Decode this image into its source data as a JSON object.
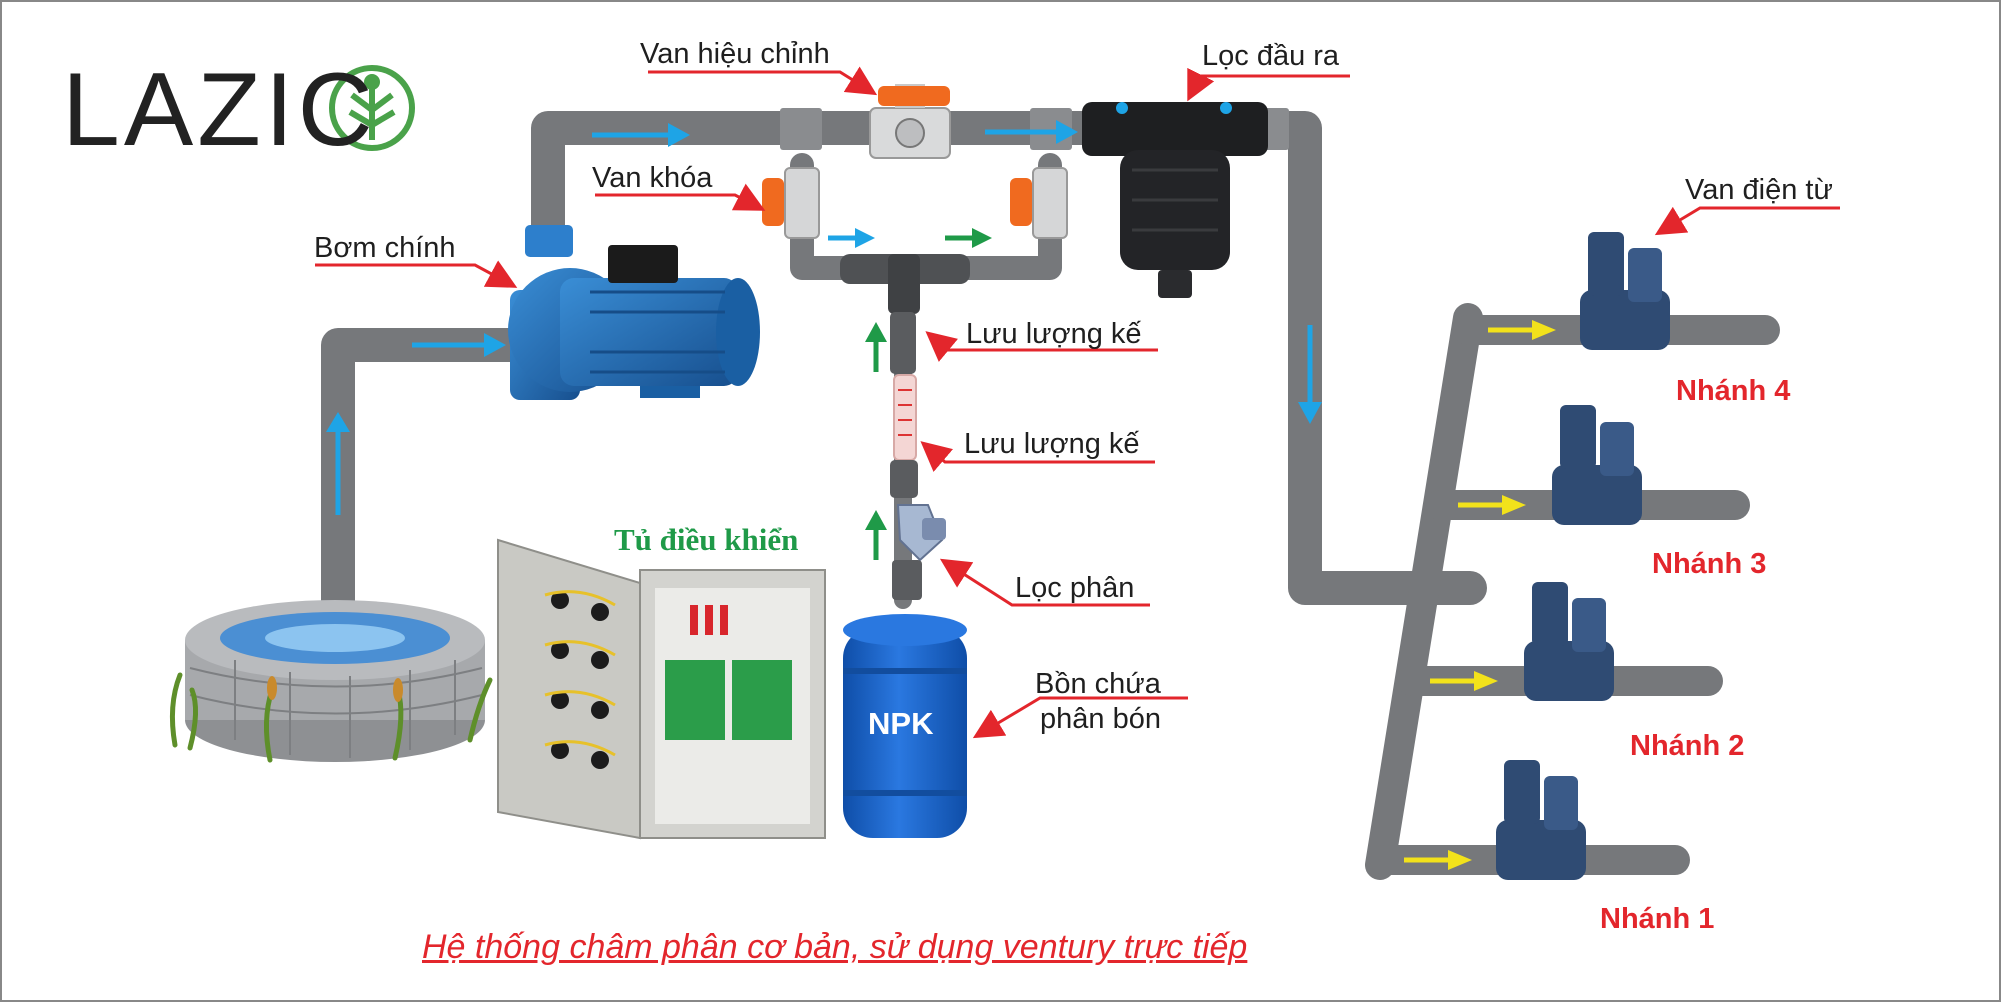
{
  "brand": {
    "logo_text": "LAZIC",
    "logo_suffix": "O"
  },
  "labels": {
    "adjust_valve": "Van hiệu chỉnh",
    "outlet_filter": "Lọc đầu ra",
    "lock_valve": "Van khóa",
    "main_pump": "Bơm chính",
    "flow_meter_1": "Lưu lượng kế",
    "flow_meter_2": "Lưu lượng kế",
    "solenoid_valve": "Van điện từ",
    "fertilizer_filter": "Lọc phân",
    "tank_line1": "Bồn chứa",
    "tank_line2": "phân bón",
    "control_cabinet": "Tủ điều khiển",
    "tank_content": "NPK"
  },
  "branches": [
    "Nhánh 4",
    "Nhánh 3",
    "Nhánh 2",
    "Nhánh 1"
  ],
  "caption": "Hệ thống châm phân cơ bản, sử dụng ventury trực tiếp",
  "colors": {
    "pipe": "#7b7d80",
    "label_line": "#e3262c",
    "flow_blue": "#1ea4e6",
    "flow_green": "#1f9a48",
    "flow_yellow": "#f2e21b",
    "pump": "#1e6fb6",
    "tank": "#1b62c7",
    "valve_handle": "#f06a1f",
    "solenoid": "#2f4b73"
  }
}
